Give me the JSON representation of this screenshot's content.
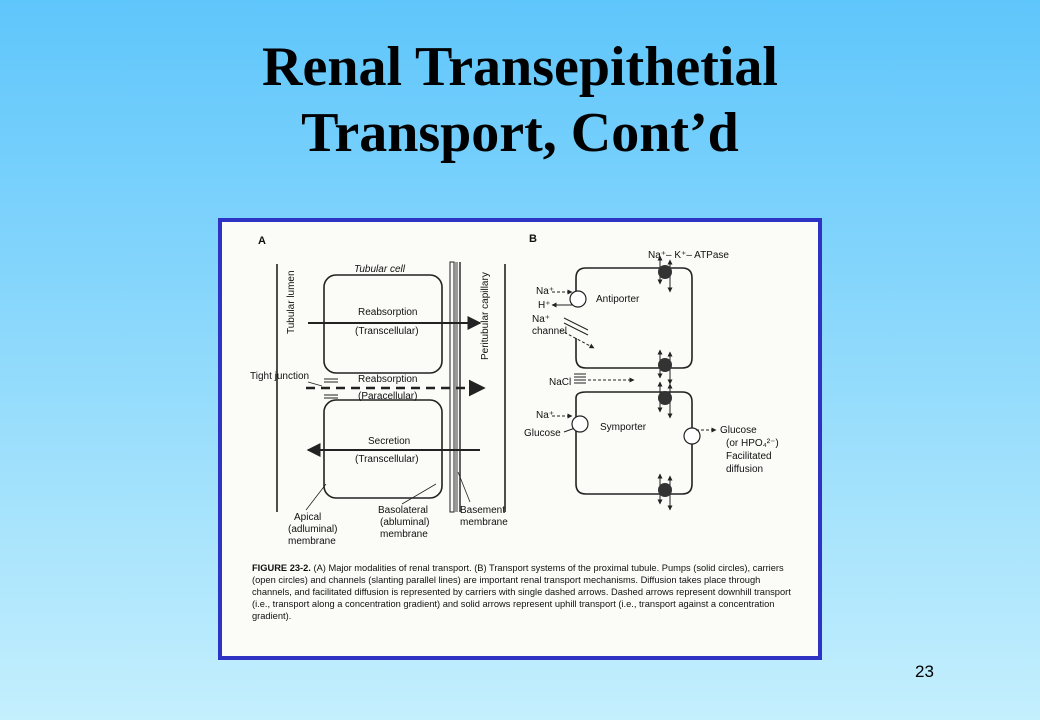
{
  "slide": {
    "title_line1": "Renal Transepithetial",
    "title_line2": "Transport, Cont’d",
    "page_number": "23"
  },
  "figure": {
    "panel_a": {
      "letter": "A",
      "tubular_lumen": "Tubular lumen",
      "peritubular_capillary": "Peritubular capillary",
      "tubular_cell": "Tubular cell",
      "tight_junction": "Tight junction",
      "reabsorption_trans_1": "Reabsorption",
      "reabsorption_trans_2": "(Transcellular)",
      "reabsorption_para_1": "Reabsorption",
      "reabsorption_para_2": "(Paracellular)",
      "secretion_1": "Secretion",
      "secretion_2": "(Transcellular)",
      "apical_1": "Apical",
      "apical_2": "(adluminal)",
      "apical_3": "membrane",
      "basolateral_1": "Basolateral",
      "basolateral_2": "(abluminal)",
      "basolateral_3": "membrane",
      "basement_1": "Basement",
      "basement_2": "membrane"
    },
    "panel_b": {
      "letter": "B",
      "atpase": "Na⁺– K⁺– ATPase",
      "na_antiporter": "Na⁺",
      "h_plus": "H⁺",
      "antiporter": "Antiporter",
      "na_channel_1": "Na⁺",
      "na_channel_2": "channel",
      "nacl": "NaCl",
      "na_symporter": "Na⁺",
      "glucose_in": "Glucose",
      "symporter": "Symporter",
      "glucose_out": "Glucose",
      "hpo4": "(or HPO₄²⁻)",
      "facilitated": "Facilitated",
      "diffusion": "diffusion"
    },
    "caption": {
      "label": "FIGURE 23-2.",
      "text": "(A) Major modalities of renal transport. (B) Transport systems of the proximal tubule. Pumps (solid circles), carriers (open circles) and channels (slanting parallel lines) are important renal transport mechanisms. Diffusion takes place through channels, and facilitated diffusion is represented by carriers with single dashed arrows. Dashed arrows represent downhill transport (i.e., transport along a concentration gradient) and solid arrows represent uphill transport (i.e., transport against a concentration gradient)."
    }
  }
}
